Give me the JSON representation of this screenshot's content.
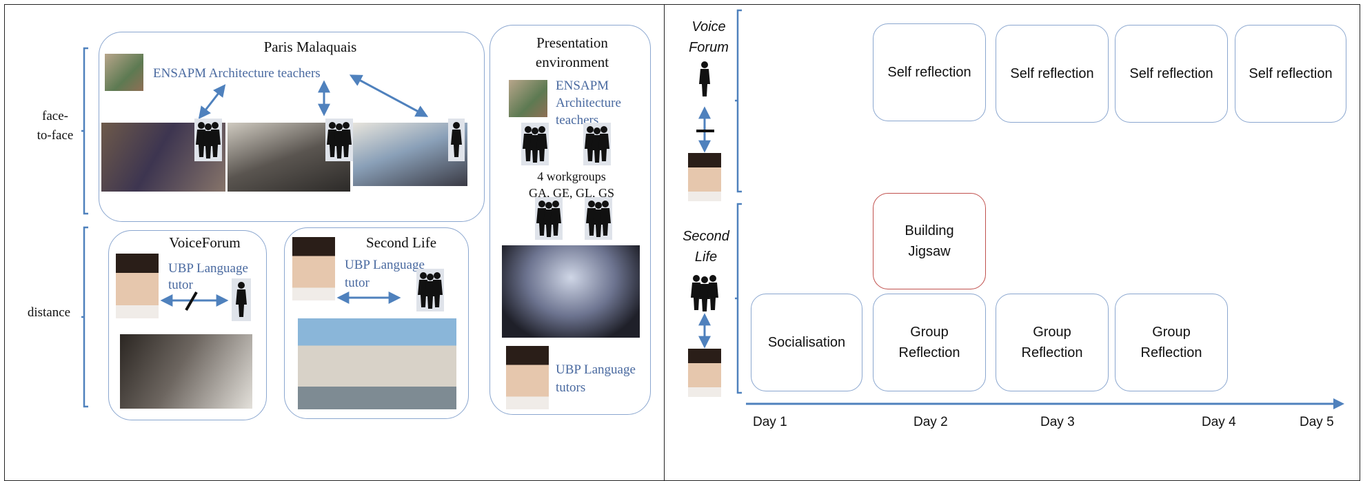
{
  "left": {
    "row_labels": {
      "face_to_face": "face-\nto-face",
      "distance": "distance"
    },
    "paris": {
      "title": "Paris Malaquais",
      "teachers": "ENSAPM Architecture teachers"
    },
    "voiceforum": {
      "title": "VoiceForum",
      "tutor": "UBP Language\ntutor"
    },
    "secondlife": {
      "title": "Second Life",
      "tutor": "UBP Language\ntutor"
    },
    "presentation": {
      "title": "Presentation\nenvironment",
      "teachers": "ENSAPM\nArchitecture\nteachers",
      "workgroups": "4 workgroups\nGA, GE, GL, GS",
      "tutors": "UBP Language\ntutors"
    }
  },
  "right": {
    "voice_forum_label": "Voice\nForum",
    "second_life_label": "Second\nLife",
    "self_reflection": [
      "Self reflection",
      "Self reflection",
      "Self reflection",
      "Self reflection"
    ],
    "building_jigsaw": "Building\nJigsaw",
    "socialisation": "Socialisation",
    "group_reflection": [
      "Group\nReflection",
      "Group\nReflection",
      "Group\nReflection"
    ],
    "days": [
      "Day 1",
      "Day 2",
      "Day 3",
      "Day 4",
      "Day 5"
    ],
    "colors": {
      "box_border": "#8aa6cf",
      "highlight_border": "#c0504d",
      "arrow": "#4f81bd"
    }
  }
}
